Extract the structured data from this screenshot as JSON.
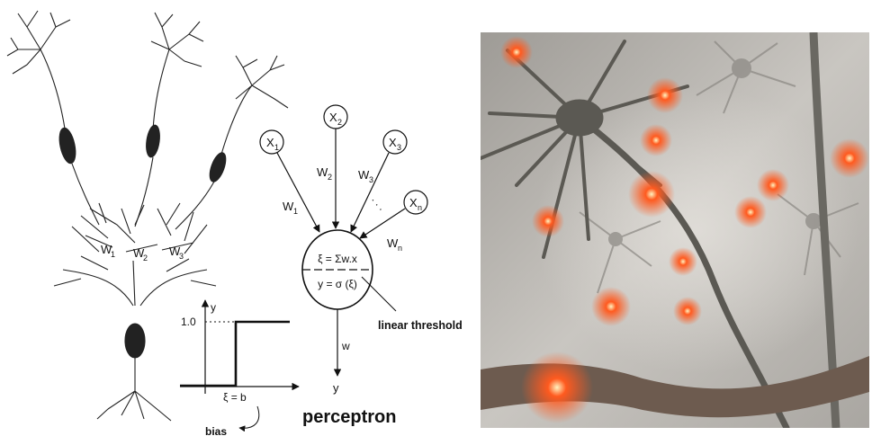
{
  "diagram": {
    "neuron_weights": [
      {
        "main": "W",
        "sub": "1"
      },
      {
        "main": "W",
        "sub": "2"
      },
      {
        "main": "W",
        "sub": "3"
      }
    ],
    "inputs": [
      {
        "main": "X",
        "sub": "1"
      },
      {
        "main": "X",
        "sub": "2"
      },
      {
        "main": "X",
        "sub": "3"
      },
      {
        "main": "X",
        "sub": "n"
      }
    ],
    "input_weights": [
      {
        "main": "W",
        "sub": "1"
      },
      {
        "main": "W",
        "sub": "2"
      },
      {
        "main": "W",
        "sub": "3"
      },
      {
        "main": "W",
        "sub": "n"
      }
    ],
    "dots": ". . .",
    "sum_formula": "ξ = Σw.x",
    "activation_formula": "y = σ (ξ)",
    "threshold_label": "linear threshold",
    "output_weight": "w",
    "output_label": "y",
    "title": "perceptron",
    "step_graph": {
      "y_axis_label": "y",
      "y_tick": "1.0",
      "x_tick": "ξ = b",
      "bias_label": "bias"
    }
  },
  "photo": {
    "colors": {
      "background": "#bcb9b4",
      "neuron": "#5b5953",
      "glow": "#ff5a1f",
      "glow_core": "#fff3c0"
    }
  }
}
